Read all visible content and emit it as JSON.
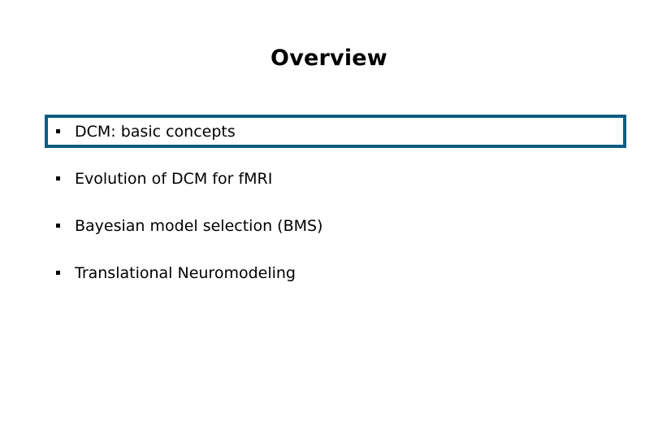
{
  "slide": {
    "title": "Overview",
    "background_color": "#ffffff",
    "text_color": "#000000",
    "highlight_border_color": "#0d5c83",
    "bullet_glyph": "·",
    "items": [
      {
        "label": "DCM: basic concepts",
        "highlighted": true
      },
      {
        "label": "Evolution of DCM for fMRI",
        "highlighted": false
      },
      {
        "label": "Bayesian model selection (BMS)",
        "highlighted": false
      },
      {
        "label": "Translational Neuromodeling",
        "highlighted": false
      }
    ]
  }
}
